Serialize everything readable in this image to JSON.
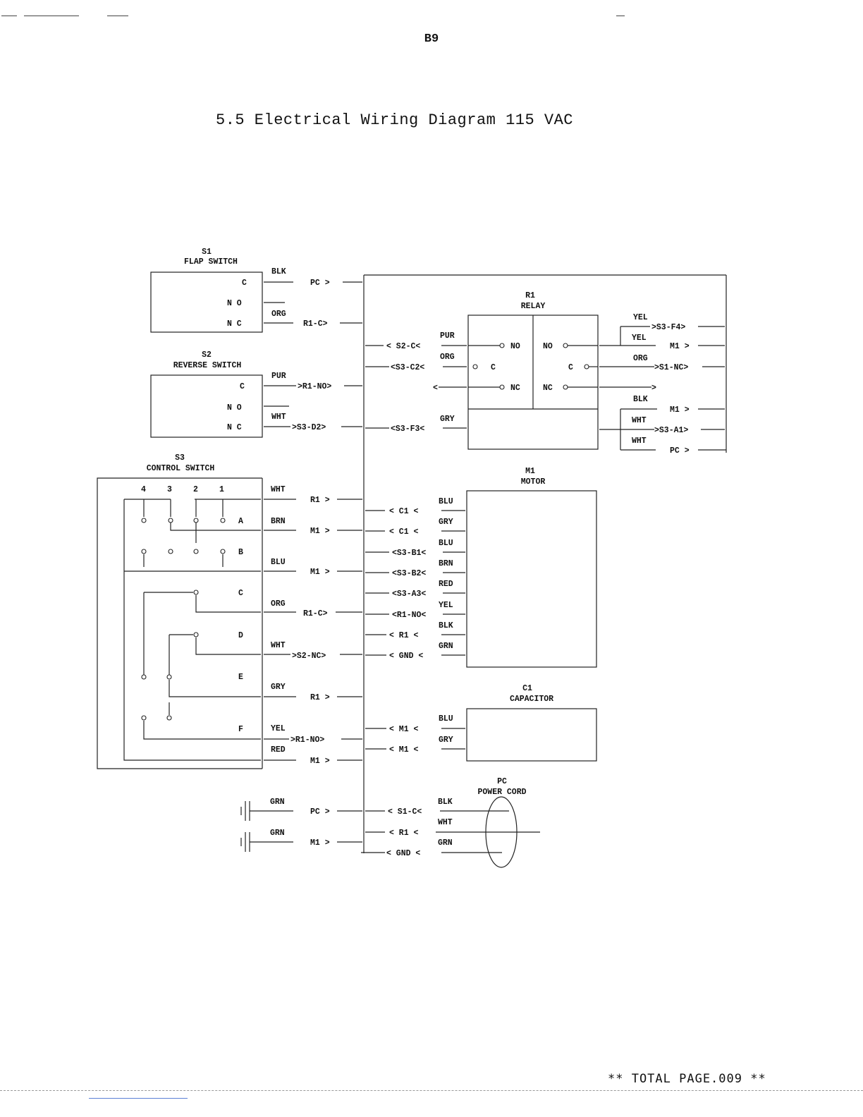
{
  "page": {
    "number": "B9",
    "title": "5.5 Electrical Wiring Diagram 115 VAC",
    "footer": "** TOTAL PAGE.009 **"
  },
  "components": {
    "s1": {
      "id": "S1",
      "name": "FLAP SWITCH",
      "terminals": [
        "C",
        "N O",
        "N C"
      ],
      "wires": [
        {
          "color": "BLK",
          "dest": "PC >"
        },
        {
          "color": "",
          "dest": ""
        },
        {
          "color": "ORG",
          "dest": "R1-C>"
        }
      ]
    },
    "s2": {
      "id": "S2",
      "name": "REVERSE SWITCH",
      "terminals": [
        "C",
        "N O",
        "N C"
      ],
      "wires": [
        {
          "color": "PUR",
          "dest": ">R1-NO>"
        },
        {
          "color": "",
          "dest": ""
        },
        {
          "color": "WHT",
          "dest": ">S3-D2>"
        }
      ]
    },
    "s3": {
      "id": "S3",
      "name": "CONTROL SWITCH",
      "columns": [
        "4",
        "3",
        "2",
        "1"
      ],
      "rows": [
        "A",
        "B",
        "C",
        "D",
        "E",
        "F"
      ],
      "wires": [
        {
          "color": "WHT",
          "dest": "R1 >"
        },
        {
          "color": "BRN",
          "dest": "M1 >"
        },
        {
          "color": "BLU",
          "dest": "M1 >"
        },
        {
          "color": "ORG",
          "dest": "R1-C>"
        },
        {
          "color": "WHT",
          "dest": ">S2-NC>"
        },
        {
          "color": "GRY",
          "dest": "R1 >"
        },
        {
          "color": "YEL",
          "dest": ">R1-NO>"
        },
        {
          "color": "RED",
          "dest": "M1 >"
        }
      ]
    },
    "ground": {
      "wires": [
        {
          "color": "GRN",
          "dest": "PC >"
        },
        {
          "color": "GRN",
          "dest": "M1 >"
        }
      ]
    },
    "r1": {
      "id": "R1",
      "name": "RELAY",
      "contacts": [
        "NO",
        "C",
        "NC"
      ],
      "inputs": [
        {
          "color": "PUR",
          "source": "< S2-C<"
        },
        {
          "color": "ORG",
          "source": "<S3-C2<"
        },
        {
          "color": "",
          "source": "<"
        },
        {
          "color": "GRY",
          "source": "<S3-F3<"
        }
      ],
      "outputs": [
        {
          "color": "YEL",
          "dest": ">S3-F4>"
        },
        {
          "color": "YEL",
          "dest": "M1 >"
        },
        {
          "color": "ORG",
          "dest": ">S1-NC>"
        },
        {
          "color": "",
          "dest": ">"
        },
        {
          "color": "BLK",
          "dest": "M1 >"
        },
        {
          "color": "WHT",
          "dest": ">S3-A1>"
        },
        {
          "color": "WHT",
          "dest": "PC >"
        }
      ]
    },
    "m1": {
      "id": "M1",
      "name": "MOTOR",
      "inputs": [
        {
          "color": "BLU",
          "source": "< C1 <"
        },
        {
          "color": "GRY",
          "source": "< C1 <"
        },
        {
          "color": "BLU",
          "source": "<S3-B1<"
        },
        {
          "color": "BRN",
          "source": "<S3-B2<"
        },
        {
          "color": "RED",
          "source": "<S3-A3<"
        },
        {
          "color": "YEL",
          "source": "<R1-NO<"
        },
        {
          "color": "BLK",
          "source": "< R1 <"
        },
        {
          "color": "GRN",
          "source": "< GND <"
        }
      ]
    },
    "c1": {
      "id": "C1",
      "name": "CAPACITOR",
      "inputs": [
        {
          "color": "BLU",
          "source": "< M1 <"
        },
        {
          "color": "GRY",
          "source": "< M1 <"
        }
      ]
    },
    "pc": {
      "id": "PC",
      "name": "POWER CORD",
      "inputs": [
        {
          "color": "BLK",
          "source": "< S1-C<"
        },
        {
          "color": "WHT",
          "source": "< R1 <"
        },
        {
          "color": "GRN",
          "source": "< GND <"
        }
      ]
    }
  }
}
